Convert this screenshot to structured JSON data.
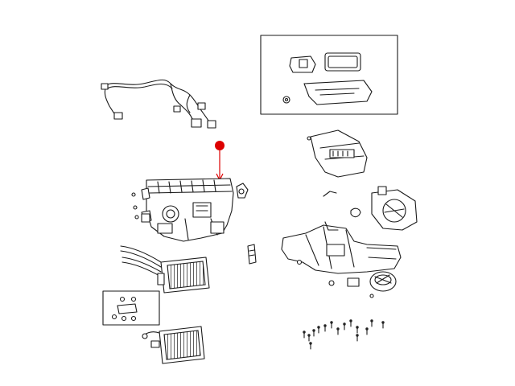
{
  "diagram": {
    "background": "#ffffff",
    "line_color": "#1a1a1a",
    "callout_color": "#dd0000",
    "parts": [
      {
        "name": "wiring-harness"
      },
      {
        "name": "hvac-housing-upper"
      },
      {
        "name": "hvac-housing-front"
      },
      {
        "name": "heater-core"
      },
      {
        "name": "evaporator-core"
      },
      {
        "name": "blower-motor"
      },
      {
        "name": "blend-door-actuator"
      },
      {
        "name": "seal-and-gasket-kit"
      },
      {
        "name": "hardware-kit"
      },
      {
        "name": "fastener-set"
      }
    ]
  }
}
